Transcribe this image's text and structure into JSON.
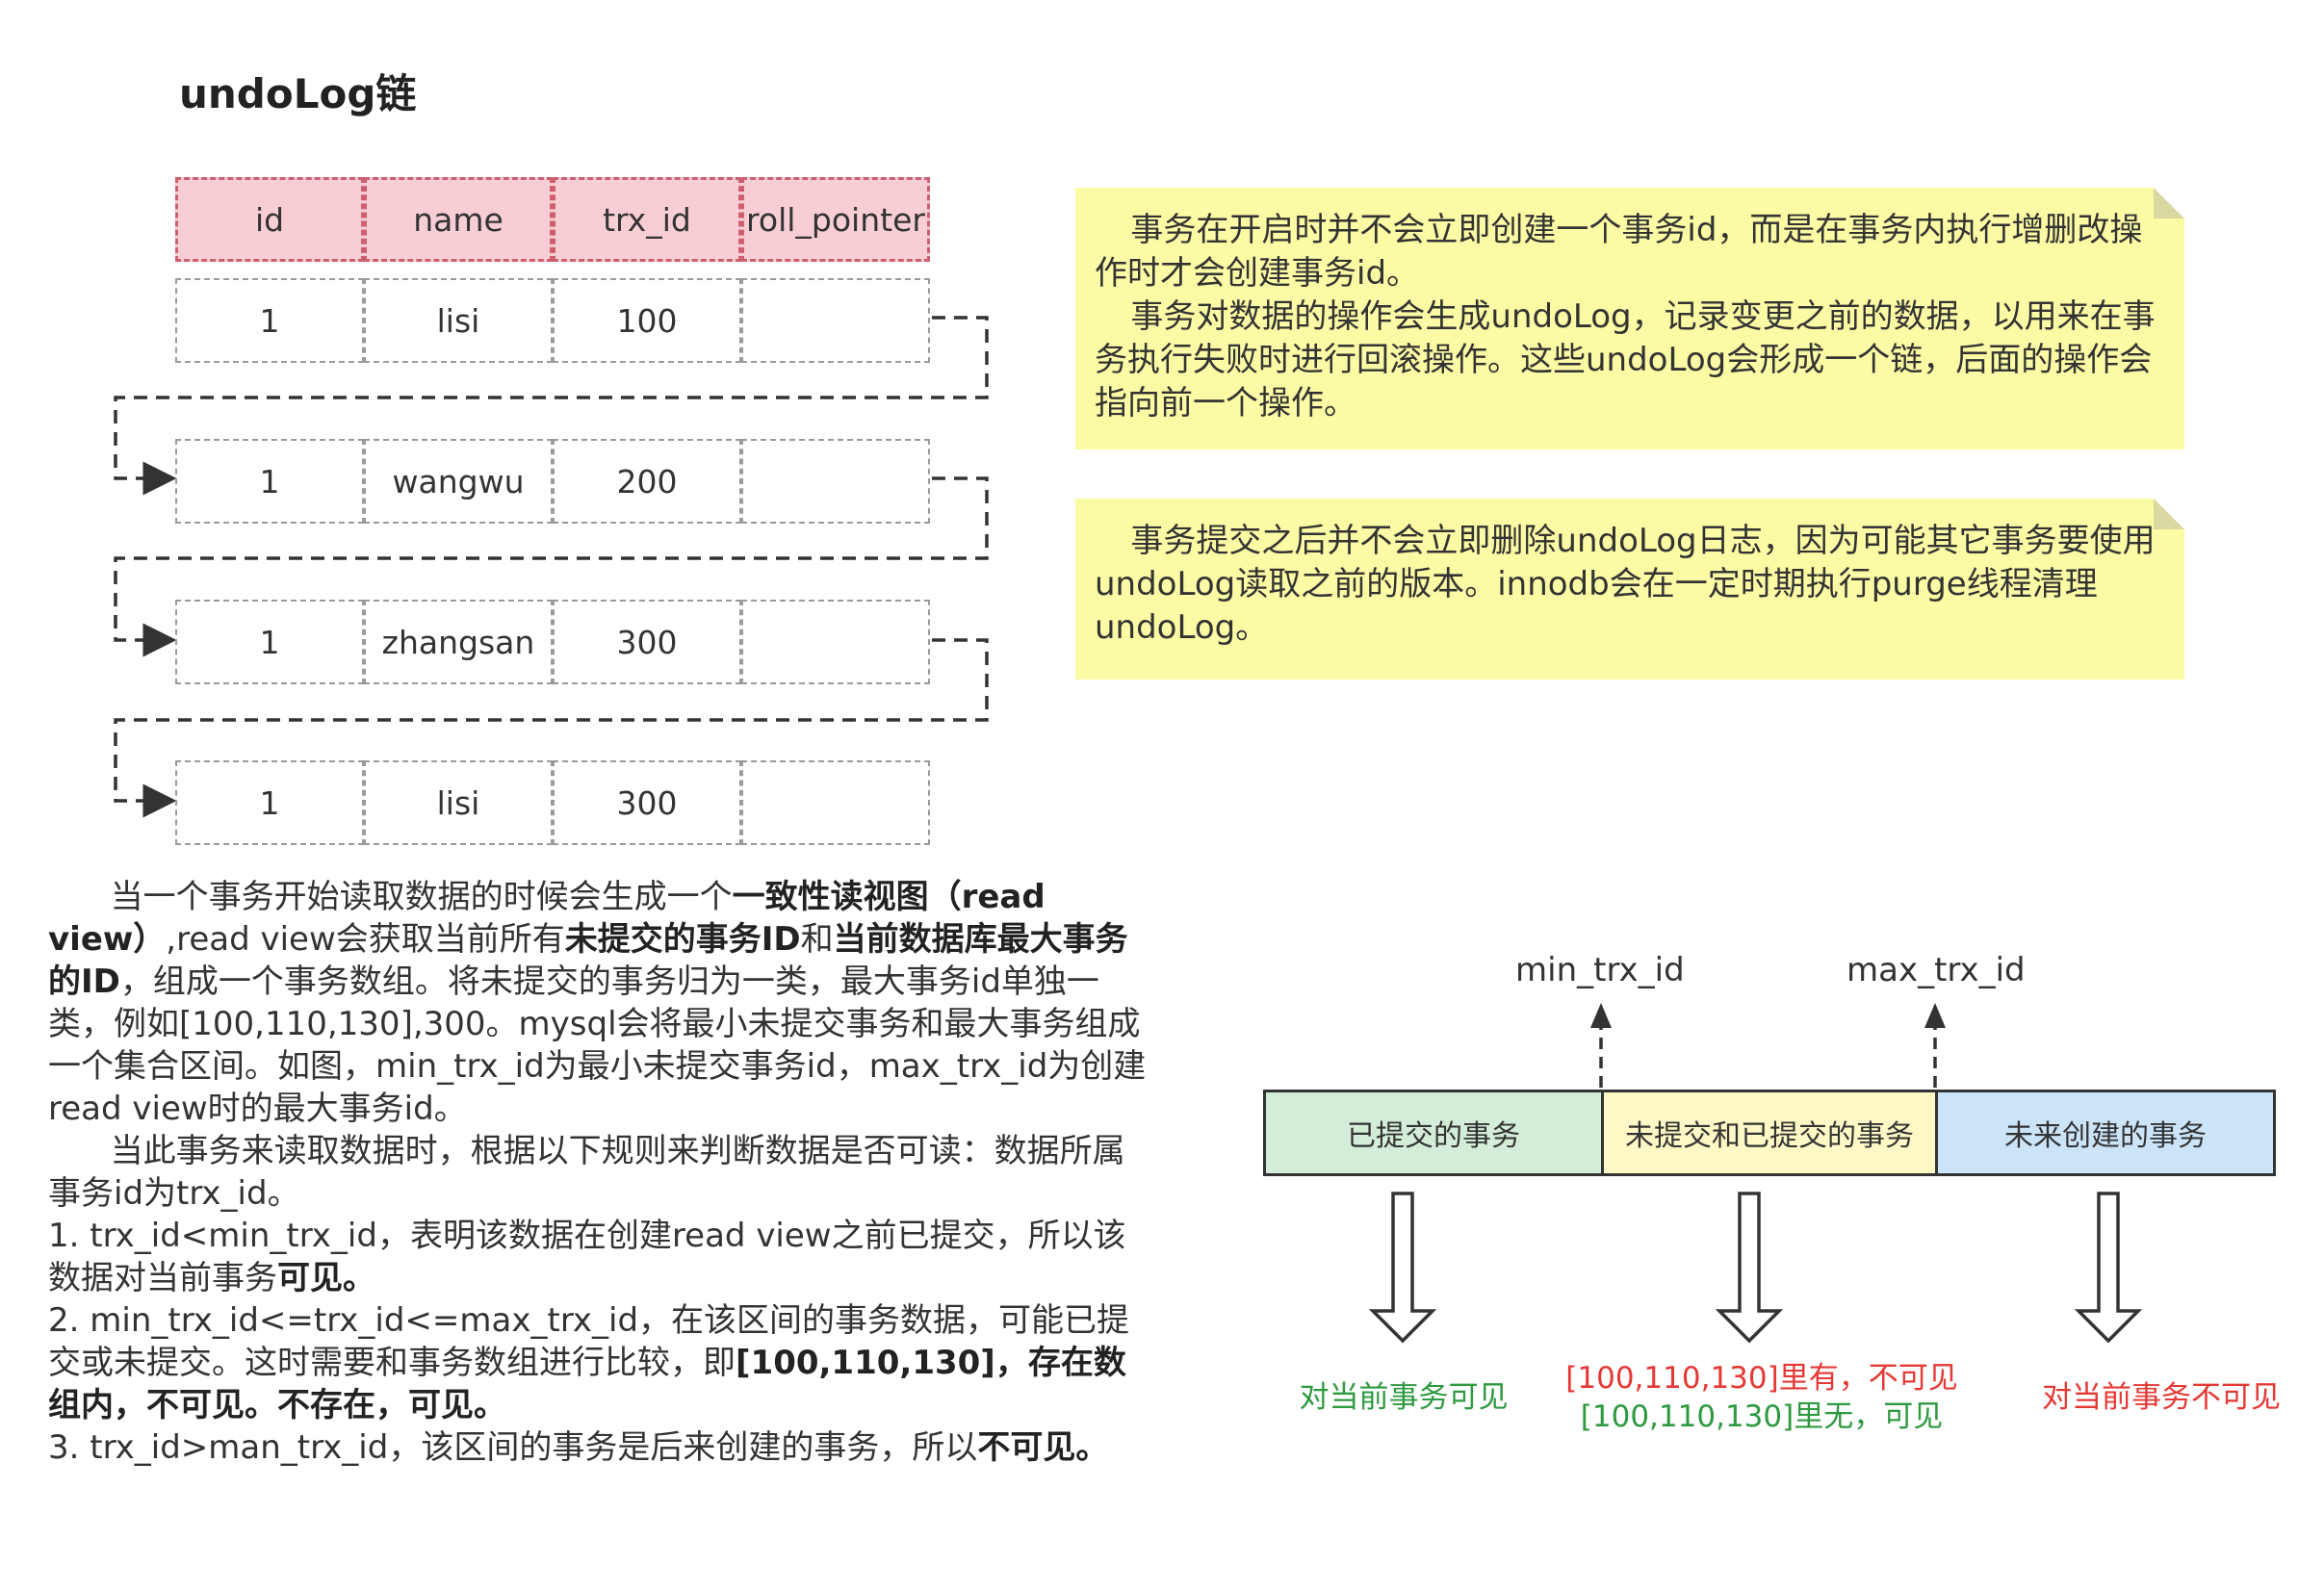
{
  "title": "undoLog链",
  "table": {
    "headers": [
      "id",
      "name",
      "trx_id",
      "roll_pointer"
    ],
    "rows": [
      [
        "1",
        "lisi",
        "100",
        ""
      ],
      [
        "1",
        "wangwu",
        "200",
        ""
      ],
      [
        "1",
        "zhangsan",
        "300",
        ""
      ],
      [
        "1",
        "lisi",
        "300",
        ""
      ]
    ]
  },
  "notes": [
    {
      "lines": [
        "事务在开启时并不会立即创建一个事务id，而是在事务内执行增删改操作时才会创建事务id。",
        "事务对数据的操作会生成undoLog，记录变更之前的数据，以用来在事务执行失败时进行回滚操作。这些undoLog会形成一个链，后面的操作会指向前一个操作。"
      ]
    },
    {
      "lines": [
        "事务提交之后并不会立即删除undoLog日志，因为可能其它事务要使用undoLog读取之前的版本。innodb会在一定时期执行purge线程清理undoLog。"
      ]
    }
  ],
  "paragraph": {
    "p1": {
      "t1": "当一个事务开始读取数据的时候会生成一个",
      "b1": "一致性读视图（read view）",
      "t2": ",read view会获取当前所有",
      "b2": "未提交的事务ID",
      "t3": "和",
      "b3": "当前数据库最大事务的ID",
      "t4": "，组成一个事务数组。将未提交的事务归为一类，最大事务id单独一类，例如[100,110,130],300。mysql会将最小未提交事务和最大事务组成一个集合区间。如图，min_trx_id为最小未提交事务id，max_trx_id为创建read view时的最大事务id。"
    },
    "p2": "当此事务来读取数据时，根据以下规则来判断数据是否可读：数据所属事务id为trx_id。",
    "r1": {
      "t": "1. trx_id<min_trx_id，表明该数据在创建read view之前已提交，所以该数据对当前事务",
      "b": "可见。"
    },
    "r2": {
      "t": "2.  min_trx_id<=trx_id<=max_trx_id，在该区间的事务数据，可能已提交或未提交。这时需要和事务数组进行比较，即",
      "b": "[100,110,130]，存在数组内，不可见。不存在，可见。"
    },
    "r3": {
      "t": "3. trx_id>man_trx_id，该区间的事务是后来创建的事务，所以",
      "b": "不可见。"
    }
  },
  "diagram": {
    "min_label": "min_trx_id",
    "max_label": "max_trx_id",
    "segments": [
      {
        "label": "已提交的事务",
        "color": "#d4edd8"
      },
      {
        "label": "未提交和已提交的事务",
        "color": "#fdf8c5"
      },
      {
        "label": "未来创建的事务",
        "color": "#cce4f8"
      }
    ],
    "results": {
      "left": "对当前事务可见",
      "mid_line1": "[100,110,130]里有，不可见",
      "mid_line2": "[100,110,130]里无，可见",
      "right": "对当前事务不可见"
    },
    "colors": {
      "green": "#2e9a40",
      "red": "#e53935",
      "line": "#333333"
    }
  }
}
